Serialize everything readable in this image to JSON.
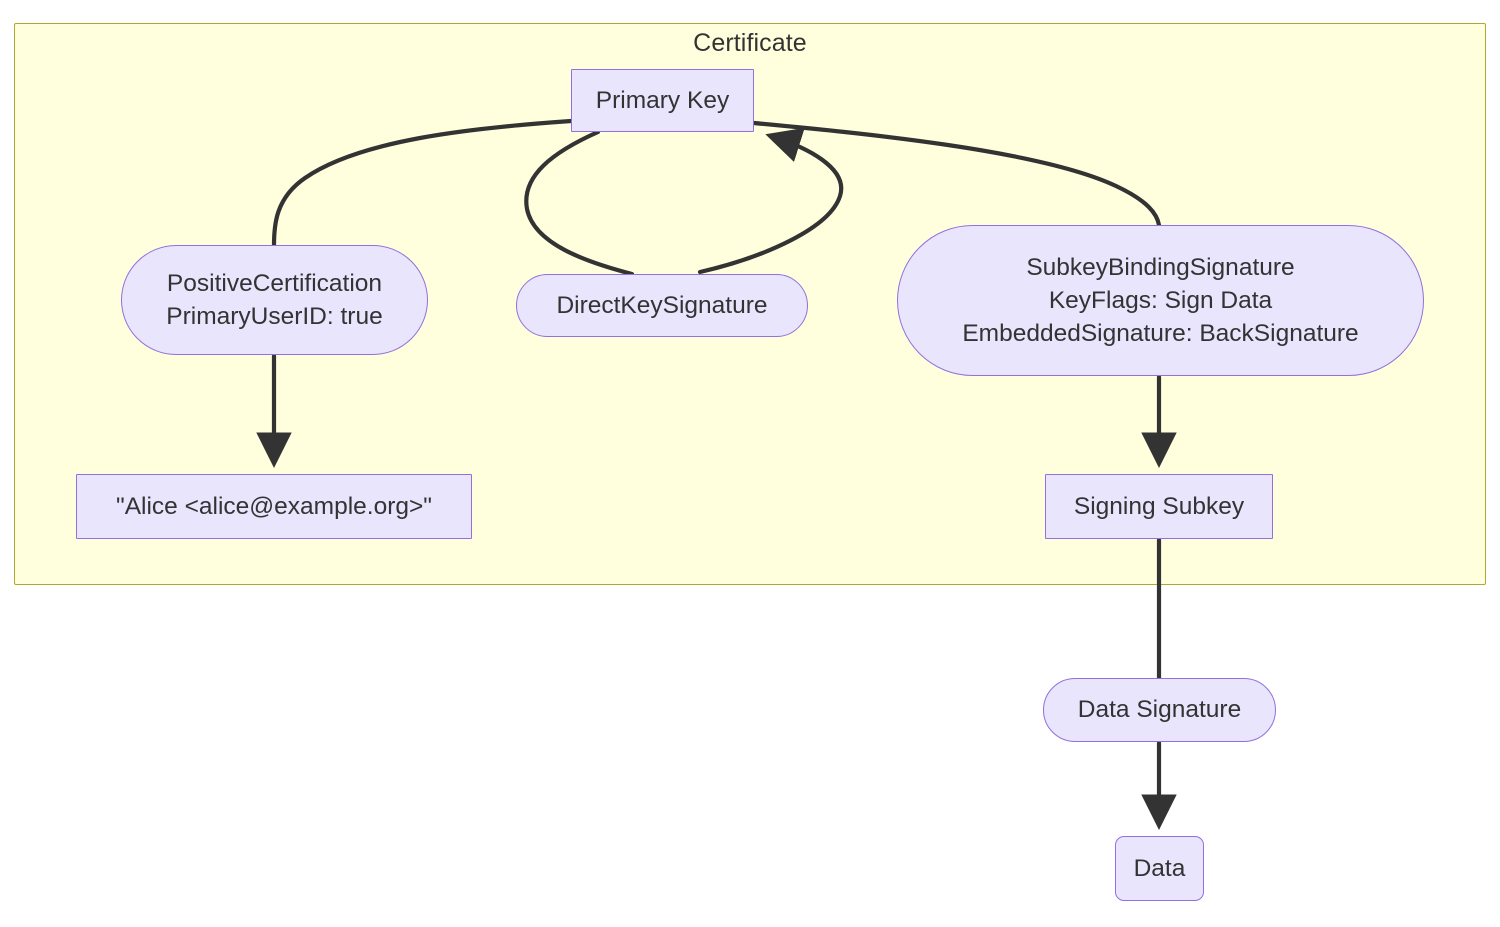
{
  "diagram": {
    "title": "Certificate",
    "type": "flowchart",
    "direction": "top-down",
    "colors": {
      "cluster_fill": "#ffffde",
      "cluster_stroke": "#aaaa33",
      "node_fill": "#e8e5fd",
      "node_stroke": "#9370db",
      "text": "#333333",
      "edge": "#333333",
      "canvas": "#ffffff"
    },
    "cluster": {
      "label": "Certificate"
    },
    "nodes": [
      {
        "id": "primary-key",
        "label": "Primary Key",
        "shape": "rect",
        "inside_cluster": true
      },
      {
        "id": "positive-certification",
        "label": "PositiveCertification\nPrimaryUserID: true",
        "shape": "stadium",
        "inside_cluster": true
      },
      {
        "id": "direct-key-signature",
        "label": "DirectKeySignature",
        "shape": "stadium",
        "inside_cluster": true
      },
      {
        "id": "subkey-binding-signature",
        "label": "SubkeyBindingSignature\nKeyFlags: Sign Data\nEmbeddedSignature: BackSignature",
        "shape": "stadium",
        "inside_cluster": true
      },
      {
        "id": "user-id",
        "label": "\"Alice <alice@example.org>\"",
        "shape": "rect",
        "inside_cluster": true
      },
      {
        "id": "signing-subkey",
        "label": "Signing Subkey",
        "shape": "rect",
        "inside_cluster": true
      },
      {
        "id": "data-signature",
        "label": "Data Signature",
        "shape": "stadium",
        "inside_cluster": false
      },
      {
        "id": "data",
        "label": "Data",
        "shape": "round-rect",
        "inside_cluster": false
      }
    ],
    "edges": [
      {
        "id": "e1",
        "from": "primary-key",
        "to": "positive-certification",
        "arrow": "none",
        "style": "curve"
      },
      {
        "id": "e2",
        "from": "primary-key",
        "to": "direct-key-signature",
        "arrow": "none",
        "style": "curve"
      },
      {
        "id": "e3",
        "from": "direct-key-signature",
        "to": "primary-key",
        "arrow": "arrowhead",
        "style": "curve"
      },
      {
        "id": "e4",
        "from": "primary-key",
        "to": "subkey-binding-signature",
        "arrow": "none",
        "style": "curve"
      },
      {
        "id": "e5",
        "from": "positive-certification",
        "to": "user-id",
        "arrow": "arrowhead",
        "style": "straight"
      },
      {
        "id": "e6",
        "from": "subkey-binding-signature",
        "to": "signing-subkey",
        "arrow": "arrowhead",
        "style": "straight"
      },
      {
        "id": "e7",
        "from": "signing-subkey",
        "to": "data-signature",
        "arrow": "none",
        "style": "straight"
      },
      {
        "id": "e8",
        "from": "data-signature",
        "to": "data",
        "arrow": "arrowhead",
        "style": "straight"
      }
    ]
  }
}
